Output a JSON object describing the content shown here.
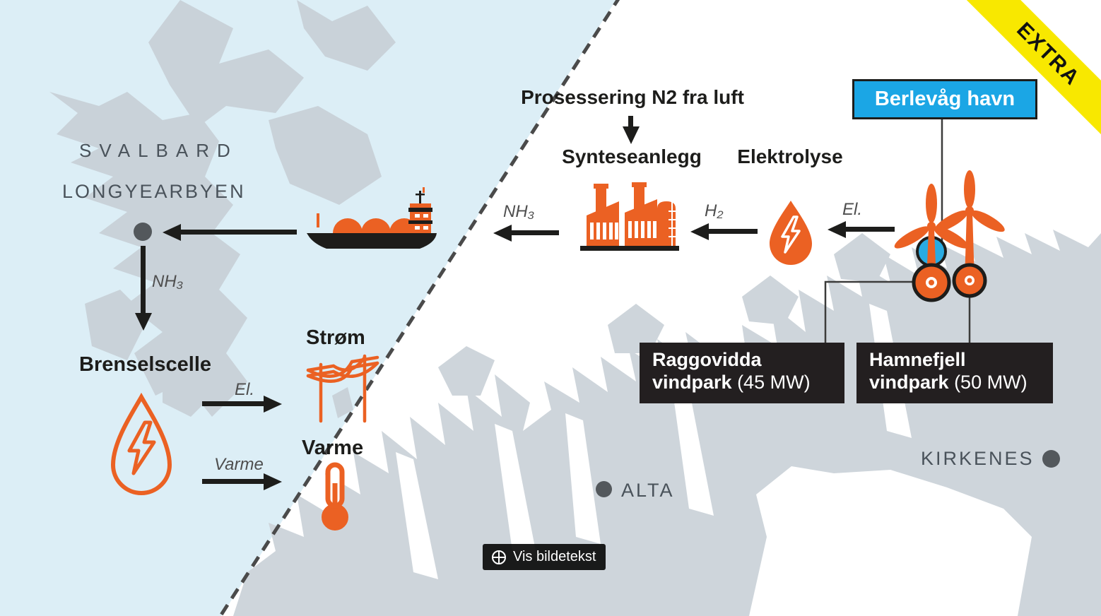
{
  "badge": {
    "label": "EXTRA"
  },
  "port": {
    "label": "Berlevåg havn"
  },
  "process": {
    "n2_processing": "Prosessering N2 fra luft",
    "synthesis_plant": "Synteseanlegg",
    "electrolysis": "Elektrolyse"
  },
  "flows": {
    "nh3_to_ship": "NH₃",
    "h2": "H₂",
    "el_to_electrolysis": "El.",
    "nh3_to_fuelcell": "NH₃",
    "el_to_grid": "El.",
    "heat": "Varme"
  },
  "svalbard": {
    "region": "SVALBARD",
    "city": "LONGYEARBYEN",
    "fuel_cell": "Brenselscelle",
    "power": "Strøm",
    "heat": "Varme"
  },
  "windparks": [
    {
      "name": "Raggovidda",
      "type": "vindpark",
      "capacity": "(45 MW)"
    },
    {
      "name": "Hamnefjell",
      "type": "vindpark",
      "capacity": "(50 MW)"
    }
  ],
  "cities": {
    "alta": "ALTA",
    "kirkenes": "KIRKENES"
  },
  "caption_button": {
    "label": "Vis bildetekst",
    "icon": "circled-plus"
  },
  "icons": {
    "ship": "lng-tanker-ship-icon",
    "factory": "synthesis-plant-icon",
    "electrolysis": "droplet-lightning-icon",
    "fuel_cell": "droplet-lightning-outline-icon",
    "power": "power-lines-icon",
    "heat": "thermometer-icon",
    "turbines": "wind-turbine-icon",
    "button": "circled-plus-icon"
  },
  "colors": {
    "accent_orange": "#EB6123",
    "label_blue": "#1BA6E5",
    "ribbon_yellow": "#F8E800",
    "box_black": "#231F20",
    "sea_blue": "#DCEEF6",
    "svalbard_land": "#C9D2D9",
    "norway_land": "#CED5DB",
    "text_dark": "#1D1D1B",
    "map_text_gray": "#49525A"
  }
}
